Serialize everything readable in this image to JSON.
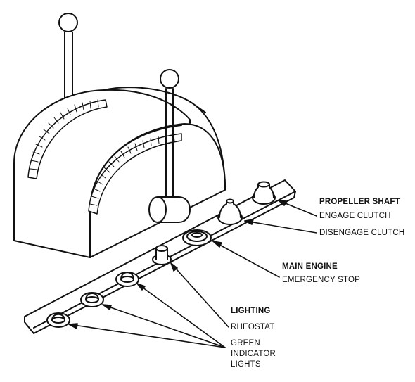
{
  "labels": {
    "propeller_shaft": "PROPELLER SHAFT",
    "engage_clutch": "ENGAGE CLUTCH",
    "disengage_clutch": "DISENGAGE CLUTCH",
    "main_engine": "MAIN ENGINE",
    "emergency_stop": "EMERGENCY STOP",
    "lighting": "LIGHTING",
    "rheostat": "RHEOSTAT",
    "green_indicator_lights": "GREEN INDICATOR LIGHTS"
  },
  "colors": {
    "ink": "#111111",
    "paper": "#ffffff"
  }
}
